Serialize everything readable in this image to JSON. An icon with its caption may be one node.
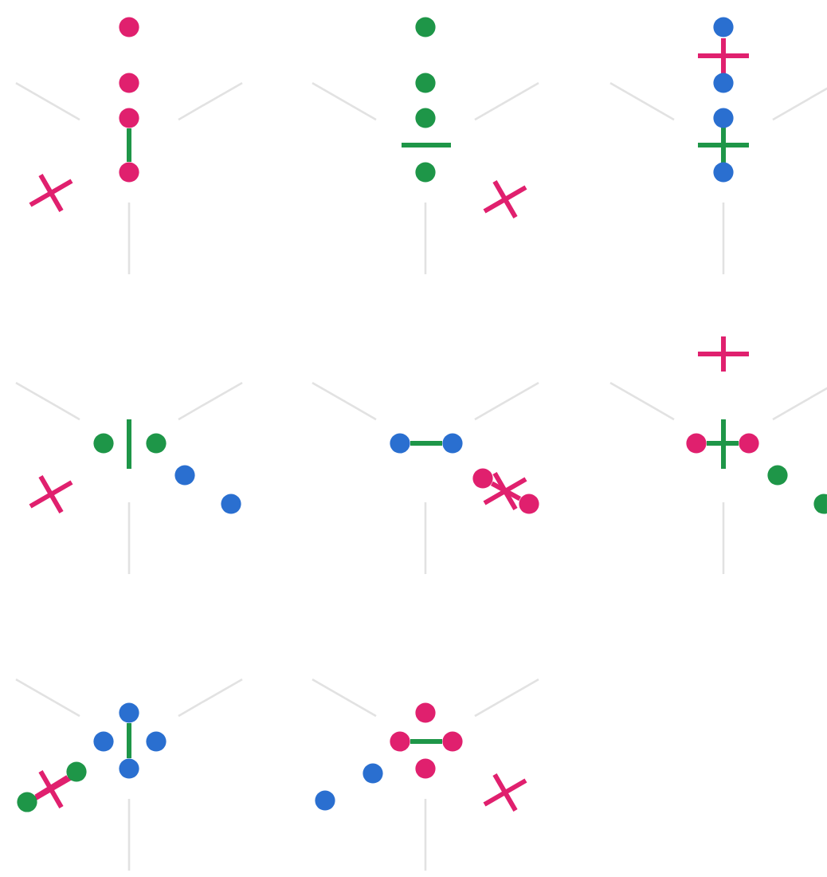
{
  "diagram": {
    "nodes": [
      {
        "text": [],
        "shape": "circle"
      },
      {
        "text": [],
        "shape": "circle"
      },
      {
        "text": [],
        "shape": "circle"
      },
      {
        "text": [],
        "shape": "circle"
      },
      {
        "text": [],
        "shape": "circle"
      },
      {
        "text": [],
        "shape": "circle"
      },
      {
        "text": [],
        "shape": "circle"
      },
      {
        "text": [],
        "shape": "circle"
      },
      {
        "text": [],
        "shape": "circle"
      },
      {
        "text": [],
        "shape": "circle"
      },
      {
        "text": [],
        "shape": "circle"
      },
      {
        "text": [],
        "shape": "circle"
      },
      {
        "text": [],
        "shape": "circle"
      },
      {
        "text": [],
        "shape": "circle"
      },
      {
        "text": [],
        "shape": "circle"
      },
      {
        "text": [],
        "shape": "circle"
      },
      {
        "text": [],
        "shape": "circle"
      },
      {
        "text": [],
        "shape": "circle"
      },
      {
        "text": [],
        "shape": "circle"
      },
      {
        "text": [],
        "shape": "circle"
      },
      {
        "text": [],
        "shape": "circle"
      },
      {
        "text": [],
        "shape": "circle"
      },
      {
        "text": [],
        "shape": "circle"
      },
      {
        "text": [],
        "shape": "circle"
      },
      {
        "text": [],
        "shape": "circle"
      },
      {
        "text": [],
        "shape": "circle"
      },
      {
        "text": [],
        "shape": "circle"
      },
      {
        "text": [],
        "shape": "circle"
      },
      {
        "text": [],
        "shape": "circle"
      },
      {
        "text": [],
        "shape": "circle"
      },
      {
        "text": [],
        "shape": "circle"
      },
      {
        "text": [],
        "shape": "circle"
      },
      {
        "text": [],
        "shape": "circle"
      },
      {
        "text": [],
        "shape": "circle"
      },
      {
        "text": [],
        "shape": "circle"
      },
      {
        "text": [],
        "shape": "circle"
      }
    ],
    "edges": [
      {
        "from": 2,
        "to": 3,
        "arrow": "none"
      },
      {
        "from": 16,
        "to": 17,
        "arrow": "none"
      },
      {
        "from": 18,
        "to": 19,
        "arrow": "none",
        "color": "#e0206e"
      },
      {
        "from": 20,
        "to": 21,
        "arrow": "none"
      },
      {
        "from": 24,
        "to": 27,
        "arrow": "none"
      },
      {
        "from": 28,
        "to": 29,
        "arrow": "none",
        "color": "#e0206e"
      },
      {
        "from": 31,
        "to": 32,
        "arrow": "none"
      }
    ]
  }
}
